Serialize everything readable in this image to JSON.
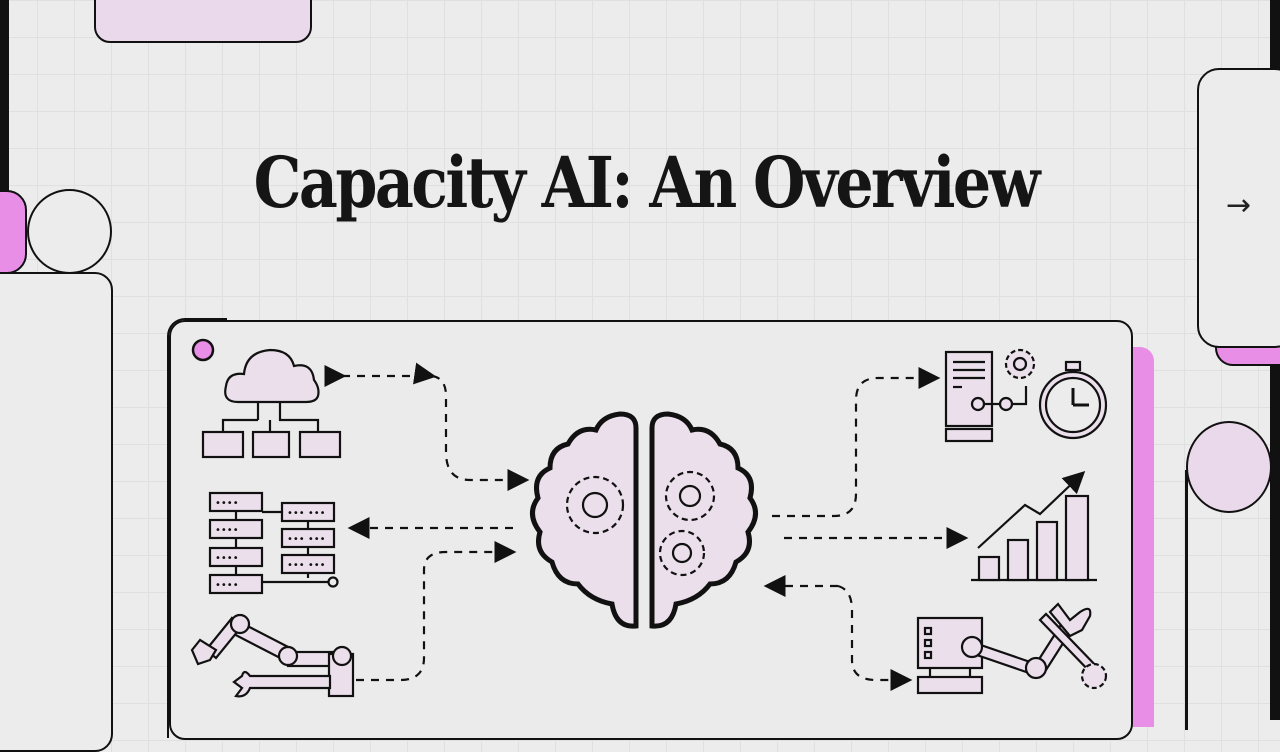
{
  "slide": {
    "title": "Capacity AI: An Overview",
    "next_arrow": "→"
  },
  "colors": {
    "background": "#ececec",
    "grid": "#e0e0e0",
    "accent_pink": "#e88ee6",
    "light_pink": "#ead9ea",
    "icon_fill": "#eadfea",
    "stroke": "#111111"
  },
  "diagram": {
    "center": {
      "icon": "brain-with-gears-icon"
    },
    "left_nodes": [
      {
        "icon": "cloud-network-icon",
        "connection": "bidirectional"
      },
      {
        "icon": "server-racks-icon",
        "connection": "bidirectional"
      },
      {
        "icon": "robotic-arm-wrench-icon",
        "connection": "to-center"
      }
    ],
    "right_nodes": [
      {
        "icon": "document-automation-stopwatch-icon",
        "connection": "from-center"
      },
      {
        "icon": "growth-bar-chart-icon",
        "connection": "from-center"
      },
      {
        "icon": "machine-robot-arm-tools-icon",
        "connection": "bidirectional"
      }
    ]
  }
}
